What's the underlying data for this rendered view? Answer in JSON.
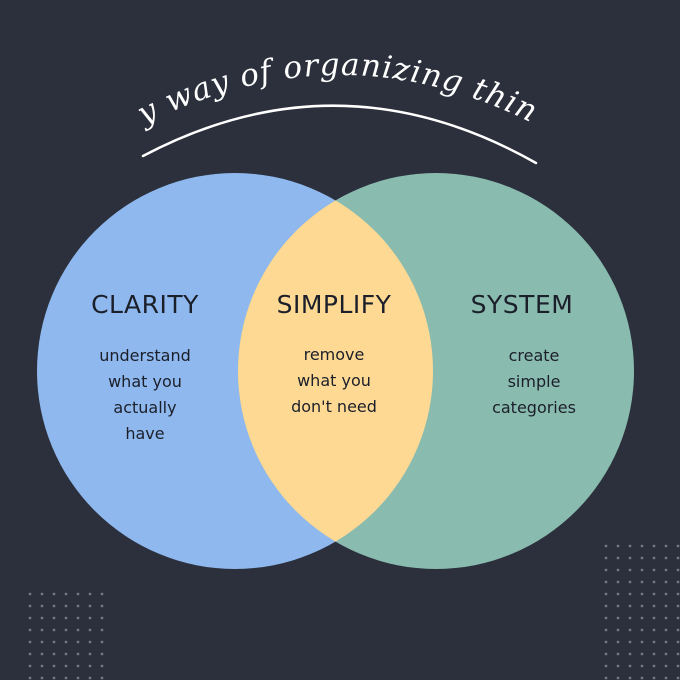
{
  "title": "My way of organizing things",
  "circles": [
    {
      "key": "clarity",
      "heading": "CLARITY",
      "lines": [
        "understand",
        "what you",
        "actually",
        "have"
      ],
      "color": "#8fb8ee"
    },
    {
      "key": "system",
      "heading": "SYSTEM",
      "lines": [
        "create",
        "simple",
        "categories"
      ],
      "color": "#8abbaf"
    }
  ],
  "overlap": {
    "heading": "SIMPLIFY",
    "lines": [
      "remove",
      "what you",
      "don't need"
    ],
    "color": "#fdd994"
  },
  "colors": {
    "background": "#2b303c",
    "text_light": "#ffffff",
    "text_dark": "#1b1f2a",
    "dots": "#6f7584"
  }
}
